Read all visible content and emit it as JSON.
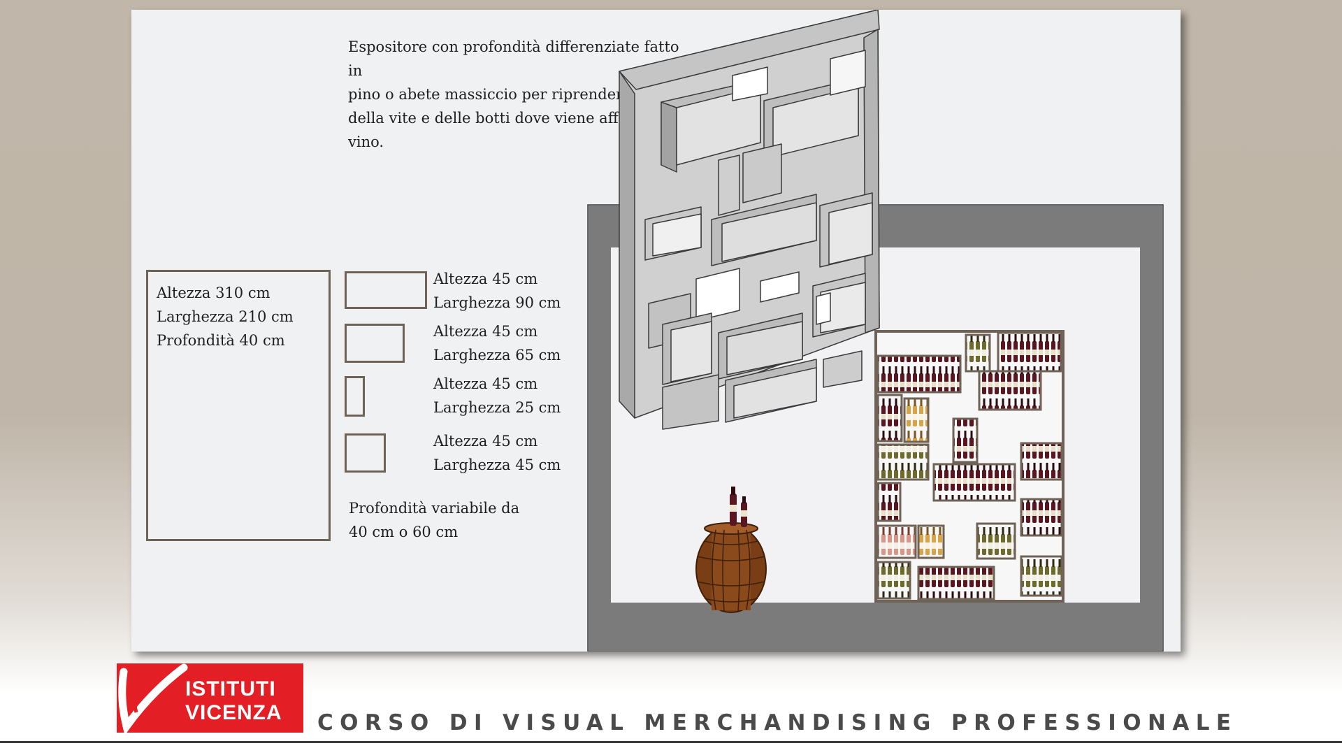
{
  "description": {
    "lines": [
      "Espositore con profondità differenziate fatto in",
      "pino o abete massiccio per riprendere il legno",
      "della vite e delle botti dove viene affinato il",
      "vino."
    ]
  },
  "main_module": {
    "height": "Altezza 310 cm",
    "width": "Larghezza 210 cm",
    "depth": "Profondità 40 cm"
  },
  "modules": [
    {
      "height": "Altezza 45 cm",
      "width": "Larghezza 90 cm"
    },
    {
      "height": "Altezza 45 cm",
      "width": "Larghezza 65 cm"
    },
    {
      "height": "Altezza 45 cm",
      "width": "Larghezza 25 cm"
    },
    {
      "height": "Altezza 45 cm",
      "width": "Larghezza 45 cm"
    }
  ],
  "depth_note": {
    "line1": "Profondità variabile da",
    "line2": "40 cm o 60 cm"
  },
  "logo": {
    "line1": "ISTITUTI",
    "line2": "VICENZA"
  },
  "course_title": "CORSO DI VISUAL MERCHANDISING PROFESSIONALE",
  "colors": {
    "brand_red": "#e31e24",
    "frame_brown": "#6e6356",
    "wall_gray": "#7b7b7b",
    "shelf_gray": "#bdbdbd"
  }
}
